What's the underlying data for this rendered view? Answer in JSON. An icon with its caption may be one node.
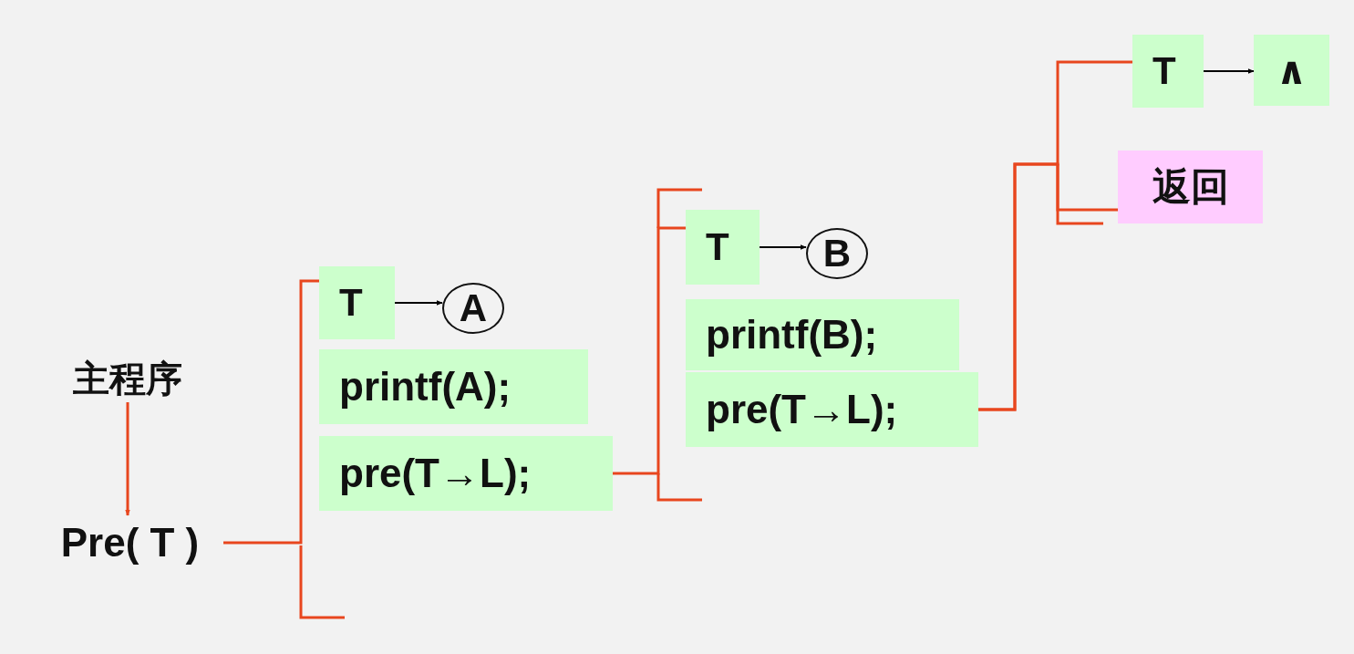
{
  "diagram": {
    "nodes": [
      {
        "text": [
          "主程序"
        ]
      },
      {
        "text": [
          "Pre( T )"
        ]
      },
      {
        "text": [
          "T"
        ]
      },
      {
        "text": [
          "A"
        ]
      },
      {
        "text": [
          "printf(A);"
        ]
      },
      {
        "text": [
          "pre(T→L);"
        ]
      },
      {
        "text": [
          "T"
        ]
      },
      {
        "text": [
          "B"
        ]
      },
      {
        "text": [
          "printf(B);"
        ]
      },
      {
        "text": [
          "pre(T→L);"
        ]
      },
      {
        "text": [
          "T"
        ]
      },
      {
        "text": [
          "∧"
        ]
      },
      {
        "text": [
          "返回"
        ]
      }
    ],
    "edges": [
      {
        "from": 0,
        "to": 1,
        "arrow": "to"
      },
      {
        "from": 1,
        "to": 2,
        "arrow": "none"
      },
      {
        "from": 2,
        "to": 3,
        "arrow": "to",
        "color": "#000000"
      },
      {
        "from": 5,
        "to": 6,
        "arrow": "none"
      },
      {
        "from": 6,
        "to": 7,
        "arrow": "to",
        "color": "#000000"
      },
      {
        "from": 9,
        "to": 10,
        "arrow": "none"
      },
      {
        "from": 9,
        "to": 12,
        "arrow": "none"
      },
      {
        "from": 10,
        "to": 11,
        "arrow": "to",
        "color": "#000000"
      }
    ]
  }
}
